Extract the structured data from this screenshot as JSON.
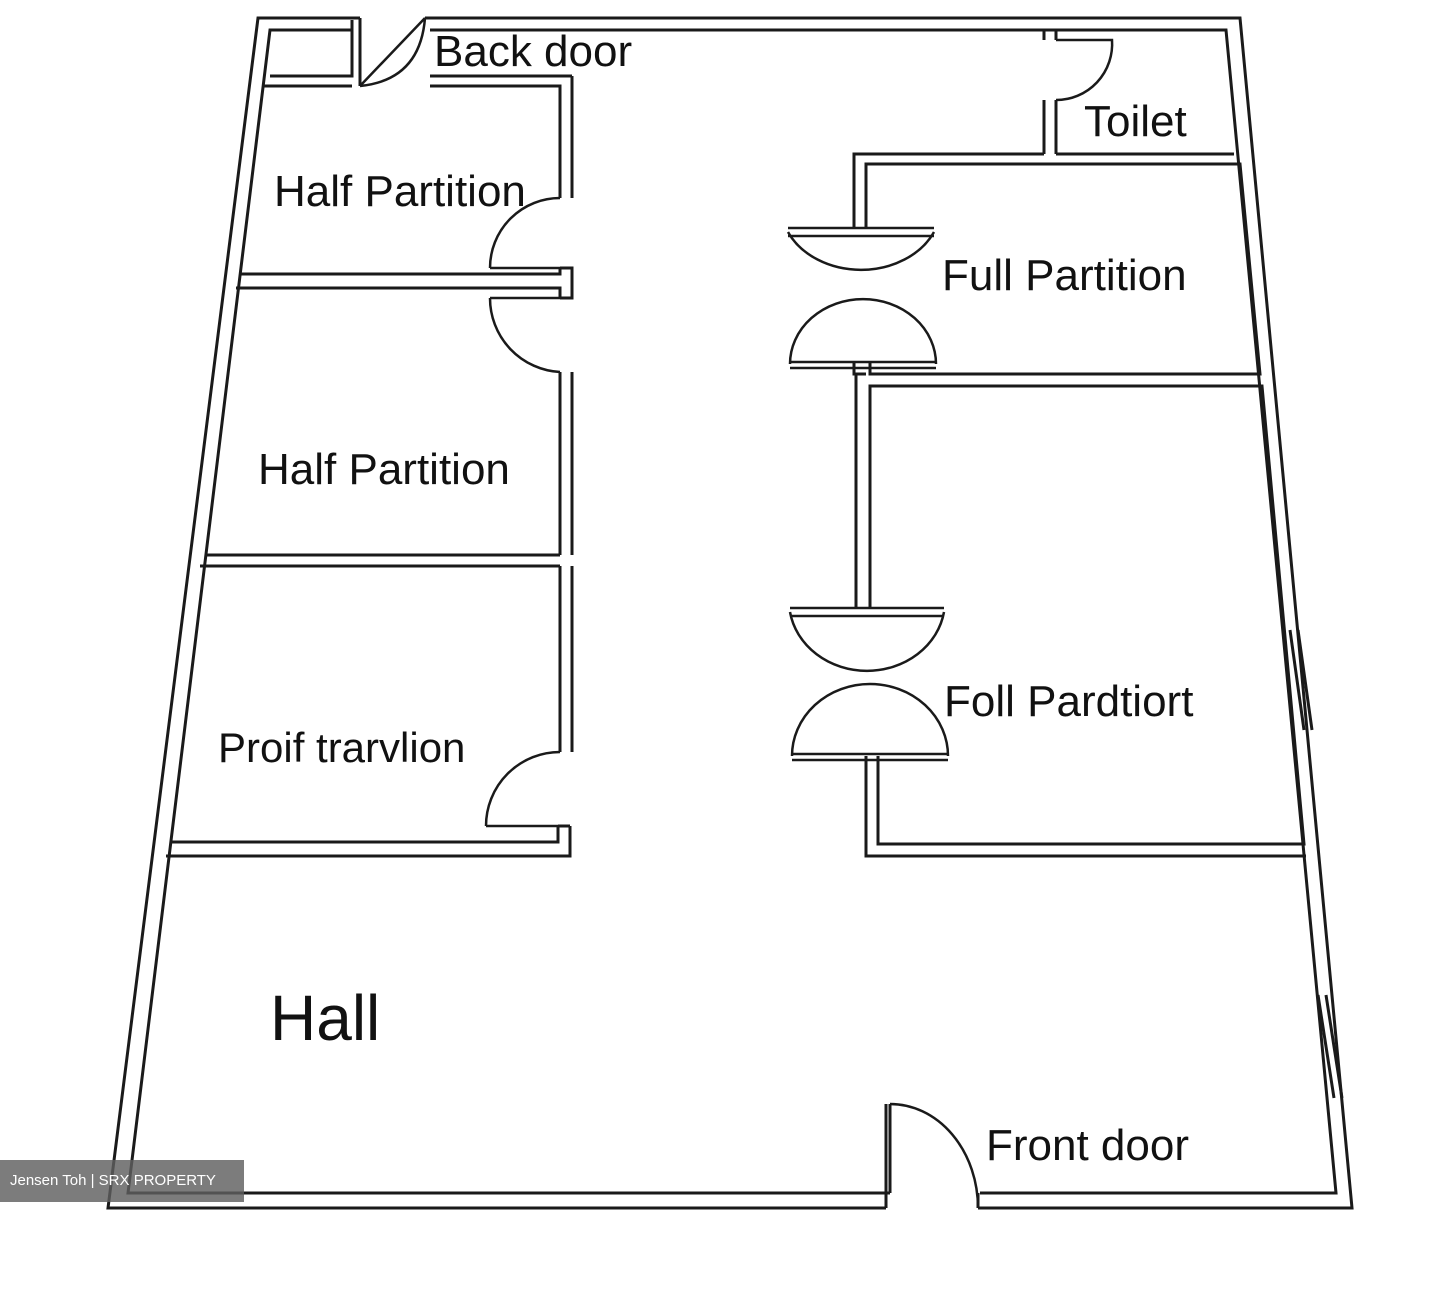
{
  "rooms": {
    "back_door": "Back door",
    "toilet": "Toilet",
    "half_partition_1": "Half Partition",
    "half_partition_2": "Half Partition",
    "half_partition_3": "Proif trarvlion",
    "full_partition_1": "Full Partition",
    "full_partition_2": "Foll Pardtiort",
    "hall": "Hall",
    "front_door": "Front door"
  },
  "watermark": "Jensen Toh | SRX PROPERTY",
  "colors": {
    "wall": "#1a1a1a",
    "background": "#ffffff",
    "watermark_bg": "#5f5f5f"
  }
}
